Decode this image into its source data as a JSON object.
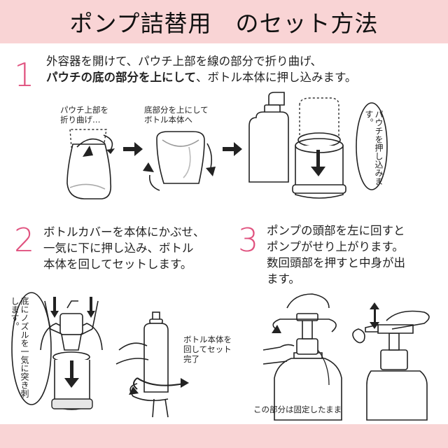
{
  "header": {
    "title": "ポンプ詰替用　のセット方法"
  },
  "step1": {
    "number": "1",
    "line1": "外容器を開けて、パウチ上部を線の部分で折り曲げ、",
    "line2_bold": "パウチの底の部分を上にして",
    "line2_rest": "、ボトル本体に押し込みます。",
    "label_fold": [
      "パウチ上部を",
      "折り曲げ…"
    ],
    "label_flip": [
      "底部分を上にして",
      "ボトル本体へ"
    ],
    "label_push": "パウチを押し込みます。"
  },
  "step2": {
    "number": "2",
    "lines": [
      "ボトルカバーを本体にかぶせ、",
      "一気に下に押し込み、ボトル",
      "本体を回してセットします。"
    ],
    "label_nozzle": "底にノズルを一気に突き刺します。",
    "label_rotate": [
      "ボトル本体を",
      "回してセット",
      "完了"
    ]
  },
  "step3": {
    "number": "3",
    "lines": [
      "ポンプの頭部を左に回すと",
      "ポンプがせり上がります。",
      "数回頭部を押すと中身が出",
      "ます。"
    ],
    "label_fixed": "この部分は固定したまま"
  },
  "icons": {
    "arrow": "right-arrow-icon",
    "curved": "curved-arrow-icon"
  },
  "colors": {
    "accent": "#e0527f",
    "band": "#f9d4d5"
  }
}
